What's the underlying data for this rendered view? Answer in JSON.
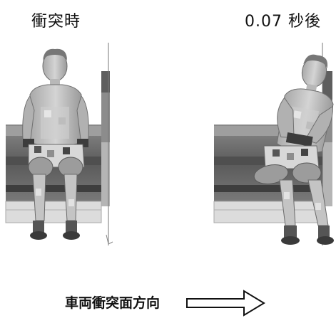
{
  "labels": {
    "at_impact": "衝突時",
    "after": "0.07 秒後",
    "direction": "車両衝突面方向"
  }
}
